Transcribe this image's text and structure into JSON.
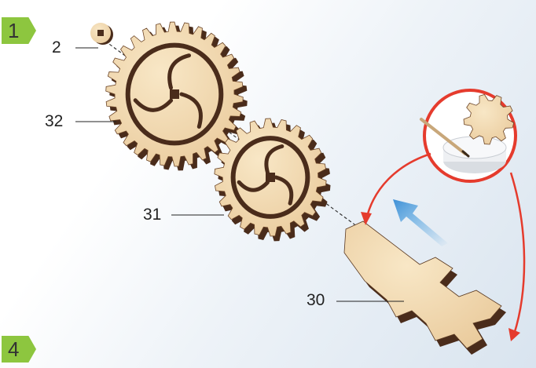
{
  "steps": [
    {
      "number": "1",
      "color": "#8dc63f"
    },
    {
      "number": "4",
      "color": "#8dc63f"
    }
  ],
  "parts": [
    {
      "label": "2",
      "icon": "small-gear-icon"
    },
    {
      "label": "32",
      "icon": "large-gear-icon"
    },
    {
      "label": "31",
      "icon": "ratchet-wheel-icon"
    },
    {
      "label": "30",
      "icon": "shaft-icon"
    }
  ],
  "inset": {
    "icon": "glue-application-icon",
    "ring_color": "#e53b2d"
  },
  "arrows": {
    "assembly_direction_color": "#5aa6e0",
    "glue_arrow_color": "#e53b2d"
  },
  "colors": {
    "wood_light": "#f2dcb4",
    "wood_dark": "#4a2c1b"
  }
}
